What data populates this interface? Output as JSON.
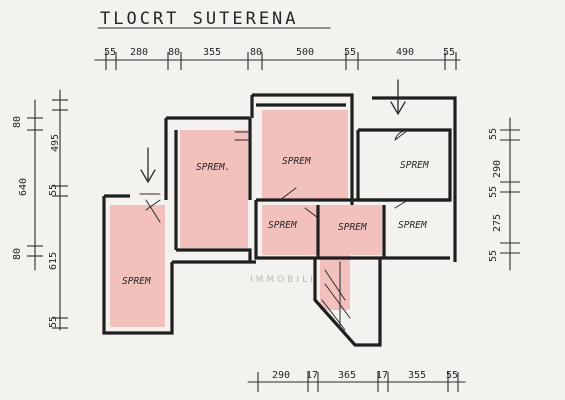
{
  "title": "TLOCRT SUTERENA",
  "dims_top": [
    "55",
    "280",
    "80",
    "355",
    "80",
    "500",
    "55",
    "490",
    "55"
  ],
  "dims_bottom": [
    "290",
    "17",
    "365",
    "17",
    "355",
    "55"
  ],
  "dims_left": [
    "80",
    "495",
    "640",
    "55",
    "80",
    "615",
    "55"
  ],
  "dims_right": [
    "55",
    "290",
    "55",
    "275",
    "55"
  ],
  "rooms": [
    "SPREM.",
    "SPREM",
    "SPREM",
    "SPREM",
    "SPREM",
    "SPREM",
    "SPREM"
  ],
  "watermark": "IMMOBILI",
  "colors": {
    "room_fill": "#f2b9b4",
    "ink": "#2b2b2b"
  }
}
